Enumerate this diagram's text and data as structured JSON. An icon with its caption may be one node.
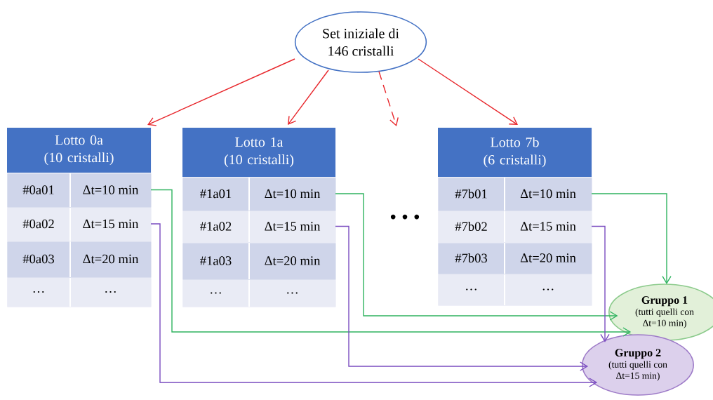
{
  "diagram": {
    "nodes": [
      {
        "text": [
          "Set iniziale di 146 cristalli"
        ]
      },
      {
        "text": [
          "Lotto 0a (10 cristalli)"
        ]
      },
      {
        "text": [
          "#0a01",
          "Δt=10 min"
        ],
        "in": 1
      },
      {
        "text": [
          "#0a02",
          "Δt=15 min"
        ],
        "in": 1
      },
      {
        "text": [
          "#0a03",
          "Δt=20 min"
        ],
        "in": 1
      },
      {
        "text": [
          "…",
          "…"
        ],
        "in": 1
      },
      {
        "text": [
          "Lotto 1a (10 cristalli)"
        ]
      },
      {
        "text": [
          "#1a01",
          "Δt=10 min"
        ],
        "in": 6
      },
      {
        "text": [
          "#1a02",
          "Δt=15 min"
        ],
        "in": 6
      },
      {
        "text": [
          "#1a03",
          "Δt=20 min"
        ],
        "in": 6
      },
      {
        "text": [
          "…",
          "…"
        ],
        "in": 6
      },
      {
        "text": [
          "Lotto 7b (6 cristalli)"
        ]
      },
      {
        "text": [
          "#7b01",
          "Δt=10 min"
        ],
        "in": 11
      },
      {
        "text": [
          "#7b02",
          "Δt=15 min"
        ],
        "in": 11
      },
      {
        "text": [
          "#7b03",
          "Δt=20 min"
        ],
        "in": 11
      },
      {
        "text": [
          "…",
          "…"
        ],
        "in": 11
      },
      {
        "text": [
          "Gruppo 1",
          "(tutti quelli con Δt=10 min)"
        ]
      },
      {
        "text": [
          "Gruppo 2",
          "(tutti quelli con Δt=15 min)"
        ]
      }
    ],
    "edges": [
      {
        "from": 0,
        "to": 1,
        "arrow": "to",
        "color": "#e8262b"
      },
      {
        "from": 0,
        "to": 6,
        "arrow": "to",
        "color": "#e8262b"
      },
      {
        "from": 0,
        "to": null,
        "arrow": "to",
        "style": "dashed",
        "color": "#e8262b"
      },
      {
        "from": 0,
        "to": 11,
        "arrow": "to",
        "color": "#e8262b"
      },
      {
        "from": 2,
        "to": 16,
        "arrow": "to",
        "color": "#2fb35f"
      },
      {
        "from": 7,
        "to": 16,
        "arrow": "to",
        "color": "#2fb35f"
      },
      {
        "from": 12,
        "to": 16,
        "arrow": "to",
        "color": "#2fb35f"
      },
      {
        "from": 3,
        "to": 17,
        "arrow": "to",
        "color": "#7a4cc0"
      },
      {
        "from": 8,
        "to": 17,
        "arrow": "to",
        "color": "#7a4cc0"
      },
      {
        "from": 13,
        "to": 17,
        "arrow": "to",
        "color": "#7a4cc0"
      }
    ],
    "labels": [
      "• • •"
    ]
  }
}
